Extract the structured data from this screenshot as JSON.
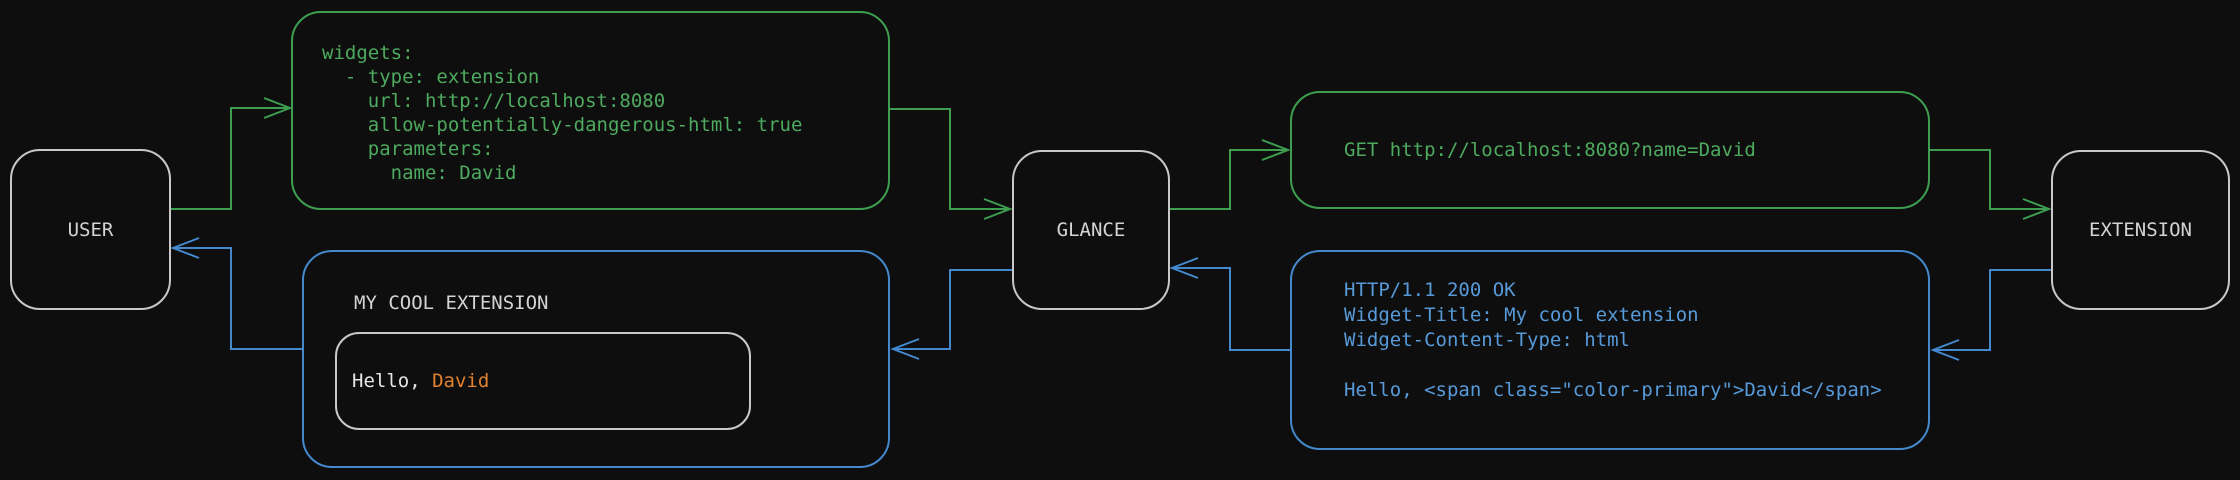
{
  "diagram": {
    "nodes": {
      "user": {
        "label": "USER"
      },
      "glance": {
        "label": "GLANCE"
      },
      "extension": {
        "label": "EXTENSION"
      }
    },
    "config_box": {
      "yaml": "widgets:\n  - type: extension\n    url: http://localhost:8080\n    allow-potentially-dangerous-html: true\n    parameters:\n      name: David"
    },
    "get_request_box": {
      "text": "GET http://localhost:8080?name=David"
    },
    "http_response_box": {
      "text": "HTTP/1.1 200 OK\nWidget-Title: My cool extension\nWidget-Content-Type: html\n\nHello, <span class=\"color-primary\">David</span>"
    },
    "widget_box": {
      "title": "MY COOL EXTENSION",
      "greeting_prefix": "Hello, ",
      "greeting_name": "David"
    },
    "colors": {
      "background": "#0e0e0e",
      "green": "#3d9e50",
      "green_text": "#4daa5e",
      "blue": "#4489ce",
      "blue_text": "#579ad9",
      "orange": "#e0812f",
      "node_border": "#c8c8c8",
      "text_light": "#e6e6e6",
      "title_gray": "#d4d4d4"
    }
  }
}
